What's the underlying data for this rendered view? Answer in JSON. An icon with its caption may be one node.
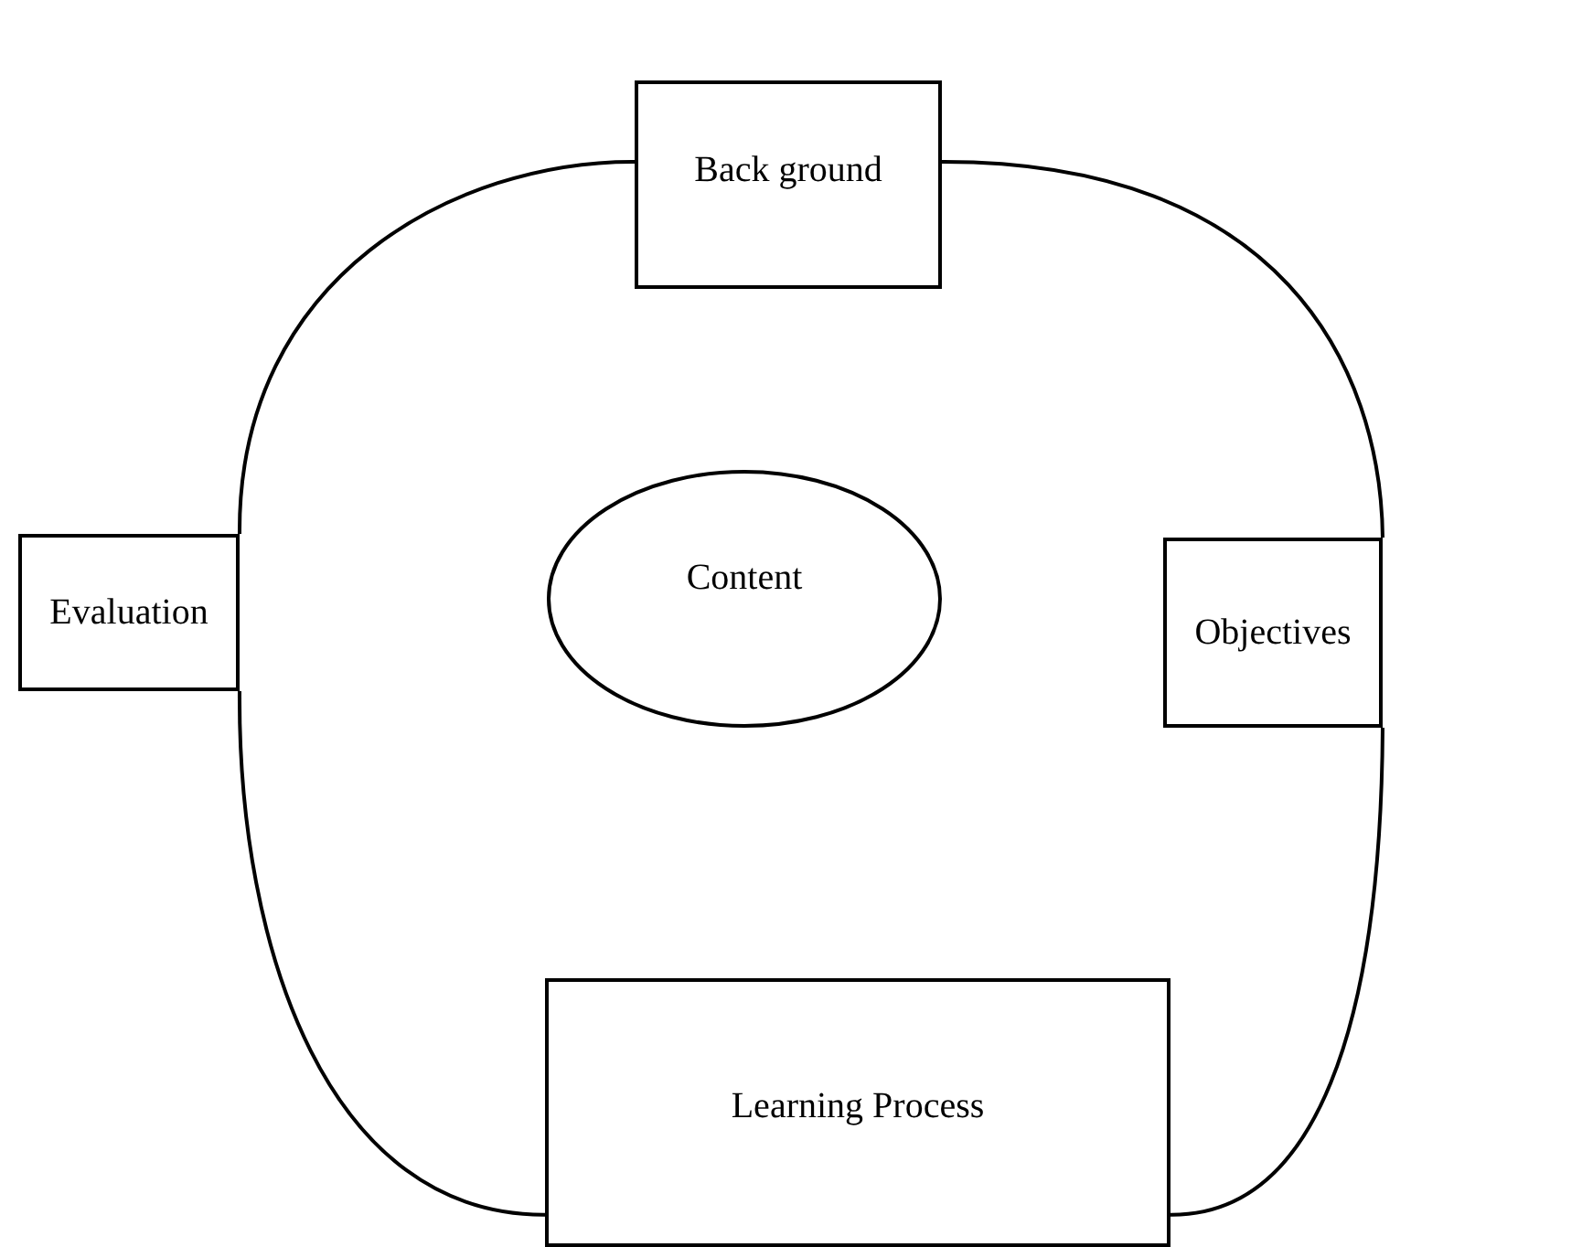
{
  "diagram": {
    "nodes": [
      {
        "text": [
          "Back ground"
        ]
      },
      {
        "text": [
          "Evaluation"
        ]
      },
      {
        "text": [
          "Content"
        ]
      },
      {
        "text": [
          "Objectives"
        ]
      },
      {
        "text": [
          "Learning Process"
        ]
      }
    ],
    "edges": [
      {
        "from": 0,
        "to": 3,
        "arrow": "none"
      },
      {
        "from": 3,
        "to": 4,
        "arrow": "none"
      },
      {
        "from": 4,
        "to": 1,
        "arrow": "none"
      },
      {
        "from": 1,
        "to": 0,
        "arrow": "none"
      }
    ]
  }
}
